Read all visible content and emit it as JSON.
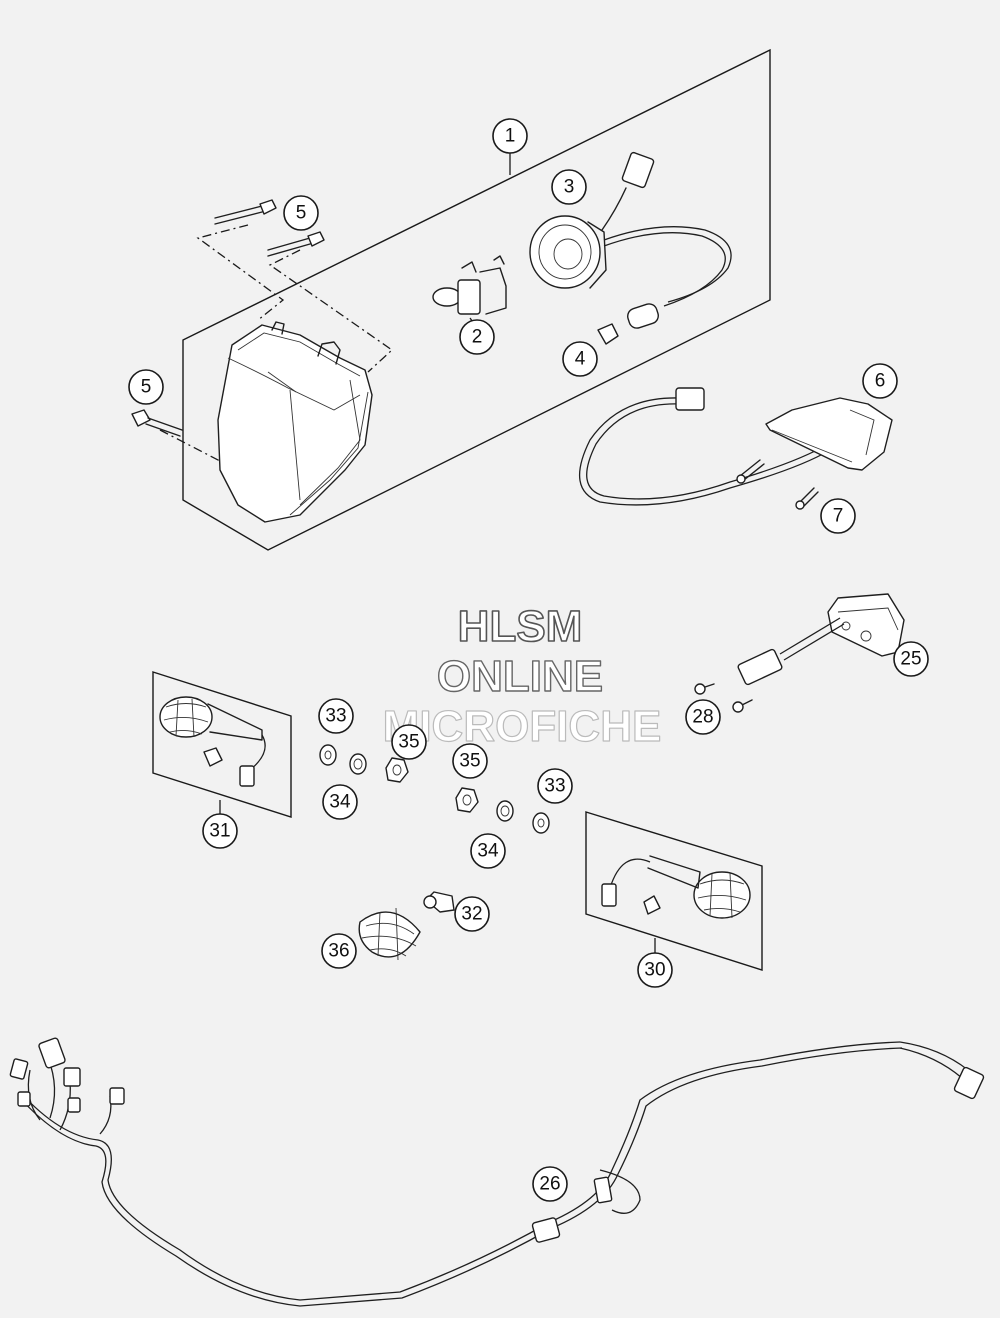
{
  "watermark": {
    "line1": "HLSM",
    "line2": "ONLINE",
    "line3": "MICROFICHE"
  },
  "callouts": [
    {
      "label": "1"
    },
    {
      "label": "2"
    },
    {
      "label": "3"
    },
    {
      "label": "4"
    },
    {
      "label": "5"
    },
    {
      "label": "5"
    },
    {
      "label": "6"
    },
    {
      "label": "7"
    },
    {
      "label": "25"
    },
    {
      "label": "28"
    },
    {
      "label": "33"
    },
    {
      "label": "35"
    },
    {
      "label": "34"
    },
    {
      "label": "31"
    },
    {
      "label": "35"
    },
    {
      "label": "33"
    },
    {
      "label": "34"
    },
    {
      "label": "32"
    },
    {
      "label": "36"
    },
    {
      "label": "30"
    },
    {
      "label": "26"
    }
  ],
  "colors": {
    "background": "#f2f2f2",
    "line": "#1f1f1f",
    "watermark_fill": "#ffffff",
    "watermark_stroke": "#555555"
  }
}
